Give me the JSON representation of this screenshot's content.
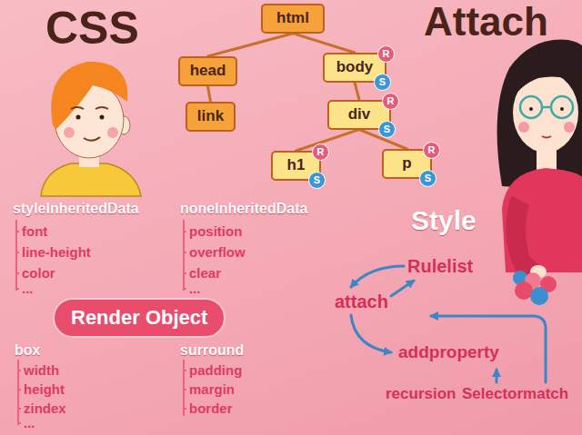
{
  "diagram": {
    "nodes": [
      {
        "text": [
          "html"
        ]
      },
      {
        "text": [
          "head"
        ]
      },
      {
        "text": [
          "body"
        ]
      },
      {
        "text": [
          "R"
        ]
      },
      {
        "text": [
          "S"
        ]
      },
      {
        "text": [
          "link"
        ]
      },
      {
        "text": [
          "div"
        ]
      },
      {
        "text": [
          "R"
        ]
      },
      {
        "text": [
          "S"
        ]
      },
      {
        "text": [
          "h1"
        ]
      },
      {
        "text": [
          "R"
        ]
      },
      {
        "text": [
          "S"
        ]
      },
      {
        "text": [
          "p"
        ]
      },
      {
        "text": [
          "R"
        ]
      },
      {
        "text": [
          "S"
        ]
      },
      {
        "text": [
          "Render Object"
        ]
      }
    ],
    "edges": [
      {
        "from": 0,
        "to": 1,
        "arrow": "none"
      },
      {
        "from": 0,
        "to": 2,
        "arrow": "none"
      },
      {
        "from": 1,
        "to": 5,
        "arrow": "none"
      },
      {
        "from": 2,
        "to": 6,
        "arrow": "none"
      },
      {
        "from": 6,
        "to": 9,
        "arrow": "none"
      },
      {
        "from": 6,
        "to": 12,
        "arrow": "none"
      }
    ],
    "labels": [
      "CSS",
      "Attach",
      "styleInheritedData",
      "font",
      "line-height",
      "color",
      "...",
      "noneInheritedData",
      "position",
      "overflow",
      "clear",
      "...",
      "box",
      "width",
      "height",
      "zindex",
      "...",
      "surround",
      "padding",
      "margin",
      "border",
      "Style",
      "Rulelist",
      "attach",
      "addproperty",
      "recursion",
      "Selectormatch"
    ]
  }
}
